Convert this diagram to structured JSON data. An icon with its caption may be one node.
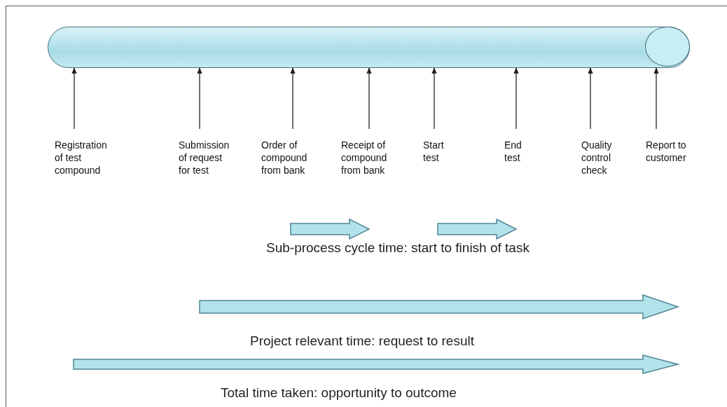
{
  "diagram": {
    "nodes": [
      {
        "text": [],
        "shape": "cylinder"
      },
      {
        "text": [
          "Registration of test compound"
        ]
      },
      {
        "text": [
          "Submission of request for test"
        ]
      },
      {
        "text": [
          "Order of compound from bank"
        ]
      },
      {
        "text": [
          "Receipt of compound from bank"
        ]
      },
      {
        "text": [
          "Start test"
        ]
      },
      {
        "text": [
          "End test"
        ]
      },
      {
        "text": [
          "Quality control check"
        ]
      },
      {
        "text": [
          "Report to customer"
        ]
      }
    ],
    "edges": [
      {
        "from": 1,
        "to": 0,
        "arrow": "to"
      },
      {
        "from": 2,
        "to": 0,
        "arrow": "to"
      },
      {
        "from": 3,
        "to": 0,
        "arrow": "to"
      },
      {
        "from": 4,
        "to": 0,
        "arrow": "to"
      },
      {
        "from": 5,
        "to": 0,
        "arrow": "to"
      },
      {
        "from": 6,
        "to": 0,
        "arrow": "to"
      },
      {
        "from": 7,
        "to": 0,
        "arrow": "to"
      },
      {
        "from": 8,
        "to": 0,
        "arrow": "to"
      }
    ],
    "labels": [
      "Sub-process cycle time:  start to finish of task",
      "Project relevant time: request to result",
      "Total time taken: opportunity to outcome"
    ]
  }
}
